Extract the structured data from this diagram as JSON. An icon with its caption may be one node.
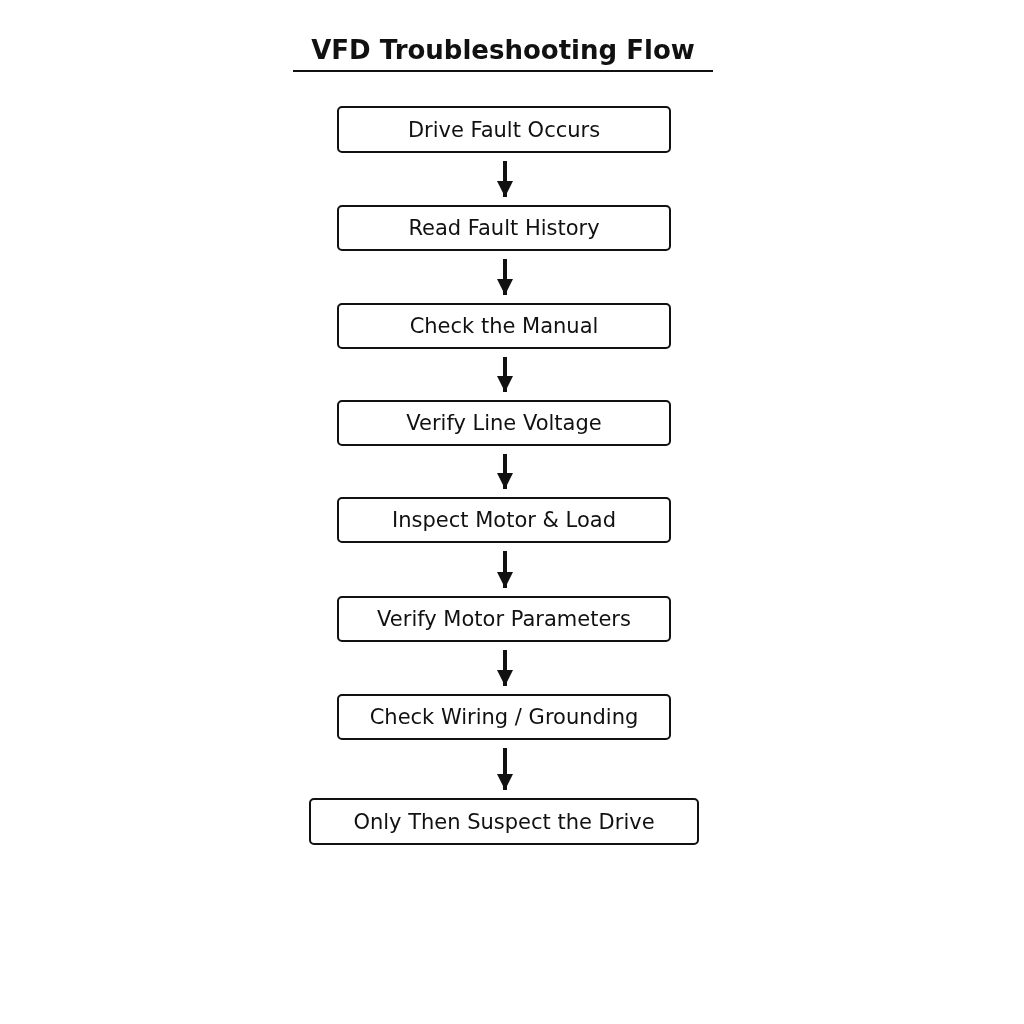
{
  "diagram": {
    "title": "VFD Troubleshooting Flow",
    "nodes": [
      {
        "text": [
          "Drive Fault Occurs"
        ]
      },
      {
        "text": [
          "Read Fault History"
        ]
      },
      {
        "text": [
          "Check the Manual"
        ]
      },
      {
        "text": [
          "Verify Line Voltage"
        ]
      },
      {
        "text": [
          "Inspect Motor & Load"
        ]
      },
      {
        "text": [
          "Verify Motor Parameters"
        ]
      },
      {
        "text": [
          "Check Wiring / Grounding"
        ]
      },
      {
        "text": [
          "Only Then Suspect the Drive"
        ]
      }
    ],
    "edges": [
      {
        "from": 0,
        "to": 1,
        "arrow": "to"
      },
      {
        "from": 1,
        "to": 2,
        "arrow": "to"
      },
      {
        "from": 2,
        "to": 3,
        "arrow": "to"
      },
      {
        "from": 3,
        "to": 4,
        "arrow": "to"
      },
      {
        "from": 4,
        "to": 5,
        "arrow": "to"
      },
      {
        "from": 5,
        "to": 6,
        "arrow": "to"
      },
      {
        "from": 6,
        "to": 7,
        "arrow": "to"
      }
    ]
  }
}
